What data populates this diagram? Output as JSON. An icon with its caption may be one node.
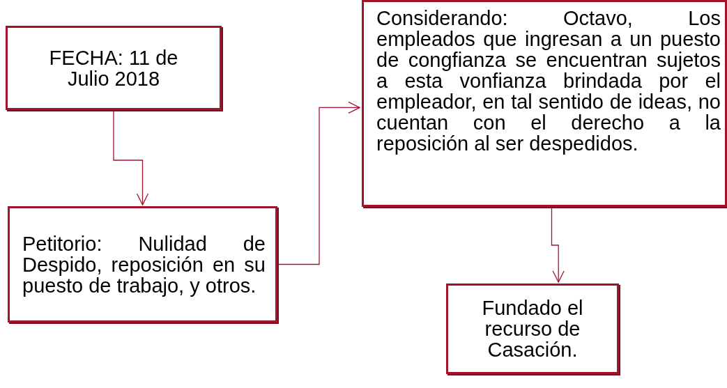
{
  "diagram": {
    "nodes": [
      {
        "text": [
          "FECHA: 11 de Julio 2018"
        ]
      },
      {
        "text": [
          "Petitorio: Nulidad de Despido, reposición en su puesto de trabajo, y otros."
        ]
      },
      {
        "text": [
          "Considerando: Octavo, Los empleados que ingresan a un puesto de congfianza se encuentran sujetos a esta vonfianza brindada por el empleador, en tal sentido de ideas, no cuentan con el derecho a la reposición al ser despedidos."
        ]
      },
      {
        "text": [
          "Fundado el recurso de Casación."
        ]
      }
    ],
    "edges": [
      {
        "from": 0,
        "to": 1,
        "arrow": "to"
      },
      {
        "from": 1,
        "to": 2,
        "arrow": "to"
      },
      {
        "from": 2,
        "to": 3,
        "arrow": "to"
      }
    ]
  }
}
